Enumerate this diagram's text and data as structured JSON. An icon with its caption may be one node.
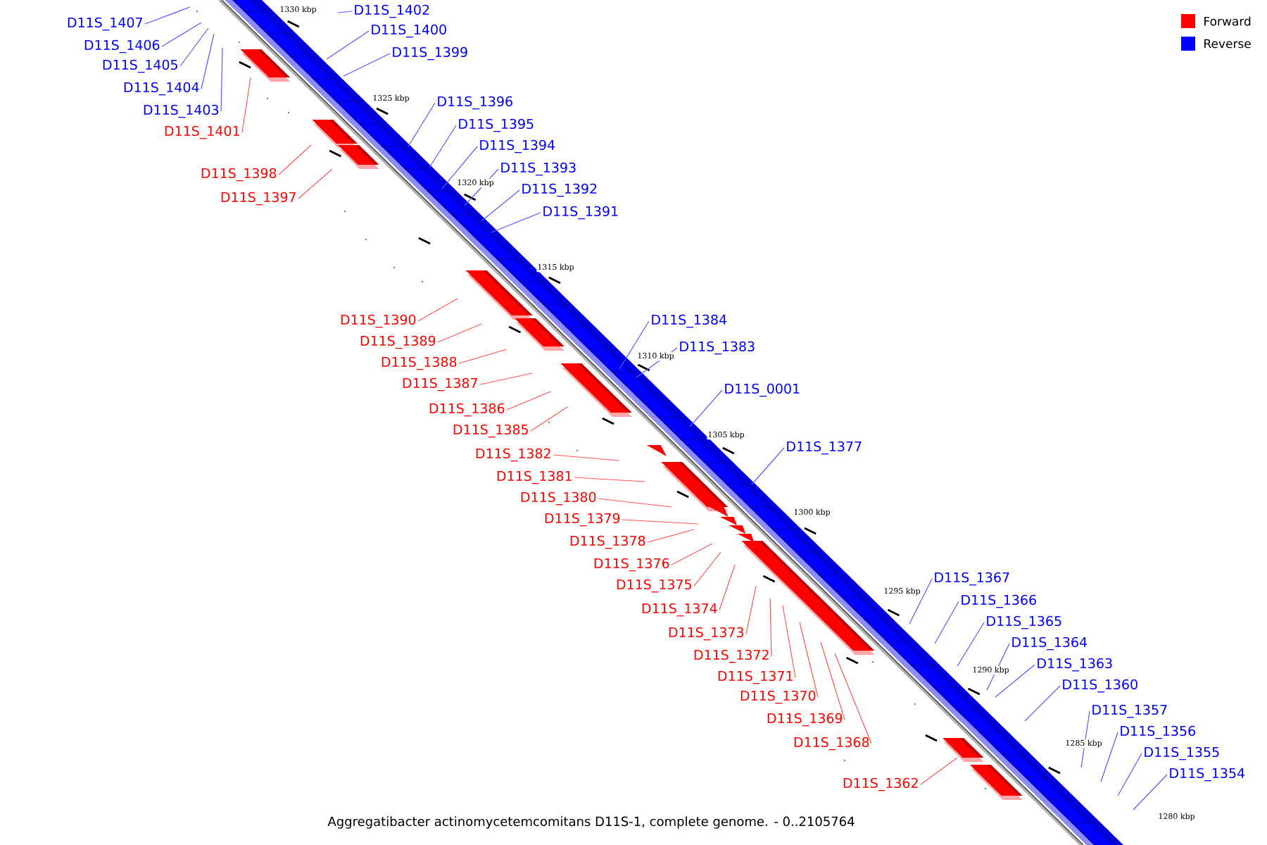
{
  "diagram": {
    "caption": "Aggregatibacter actinomycetemcomitans D11S-1, complete genome. - 0..2105764",
    "nodes": [
      {
        "text": [
          "D11S_1402"
        ]
      },
      {
        "text": [
          "D11S_1407"
        ]
      },
      {
        "text": [
          "D11S_1400"
        ]
      },
      {
        "text": [
          "D11S_1406"
        ]
      },
      {
        "text": [
          "D11S_1399"
        ]
      },
      {
        "text": [
          "D11S_1405"
        ]
      },
      {
        "text": [
          "D11S_1404"
        ]
      },
      {
        "text": [
          "D11S_1396"
        ]
      },
      {
        "text": [
          "D11S_1403"
        ]
      },
      {
        "text": [
          "D11S_1395"
        ]
      },
      {
        "text": [
          "D11S_1401"
        ]
      },
      {
        "text": [
          "D11S_1394"
        ]
      },
      {
        "text": [
          "D11S_1393"
        ]
      },
      {
        "text": [
          "D11S_1398"
        ]
      },
      {
        "text": [
          "D11S_1392"
        ]
      },
      {
        "text": [
          "D11S_1397"
        ]
      },
      {
        "text": [
          "D11S_1391"
        ]
      },
      {
        "text": [
          "D11S_1390"
        ]
      },
      {
        "text": [
          "D11S_1384"
        ]
      },
      {
        "text": [
          "D11S_1389"
        ]
      },
      {
        "text": [
          "D11S_1383"
        ]
      },
      {
        "text": [
          "D11S_1388"
        ]
      },
      {
        "text": [
          "D11S_1387"
        ]
      },
      {
        "text": [
          "D11S_0001"
        ]
      },
      {
        "text": [
          "D11S_1386"
        ]
      },
      {
        "text": [
          "D11S_1385"
        ]
      },
      {
        "text": [
          "D11S_1377"
        ]
      },
      {
        "text": [
          "D11S_1382"
        ]
      },
      {
        "text": [
          "D11S_1381"
        ]
      },
      {
        "text": [
          "D11S_1380"
        ]
      },
      {
        "text": [
          "D11S_1379"
        ]
      },
      {
        "text": [
          "D11S_1378"
        ]
      },
      {
        "text": [
          "D11S_1376"
        ]
      },
      {
        "text": [
          "D11S_1367"
        ]
      },
      {
        "text": [
          "D11S_1375"
        ]
      },
      {
        "text": [
          "D11S_1366"
        ]
      },
      {
        "text": [
          "D11S_1374"
        ]
      },
      {
        "text": [
          "D11S_1365"
        ]
      },
      {
        "text": [
          "D11S_1373"
        ]
      },
      {
        "text": [
          "D11S_1364"
        ]
      },
      {
        "text": [
          "D11S_1372"
        ]
      },
      {
        "text": [
          "D11S_1363"
        ]
      },
      {
        "text": [
          "D11S_1371"
        ]
      },
      {
        "text": [
          "D11S_1360"
        ]
      },
      {
        "text": [
          "D11S_1370"
        ]
      },
      {
        "text": [
          "D11S_1357"
        ]
      },
      {
        "text": [
          "D11S_1369"
        ]
      },
      {
        "text": [
          "D11S_1356"
        ]
      },
      {
        "text": [
          "D11S_1368"
        ]
      },
      {
        "text": [
          "D11S_1355"
        ]
      },
      {
        "text": [
          "D11S_1354"
        ]
      },
      {
        "text": [
          "D11S_1362"
        ]
      }
    ],
    "edges": [
      {
        "from": 0,
        "to": null,
        "arrow": "none",
        "color": "#5959ff"
      },
      {
        "from": 1,
        "to": null,
        "arrow": "none",
        "color": "#5959ff"
      },
      {
        "from": 2,
        "to": null,
        "arrow": "none",
        "color": "#5959ff"
      },
      {
        "from": 3,
        "to": null,
        "arrow": "none",
        "color": "#5959ff"
      },
      {
        "from": 4,
        "to": null,
        "arrow": "none",
        "color": "#5959ff"
      },
      {
        "from": 5,
        "to": null,
        "arrow": "none",
        "color": "#5959ff"
      },
      {
        "from": 6,
        "to": null,
        "arrow": "none",
        "color": "#5959ff"
      },
      {
        "from": 7,
        "to": null,
        "arrow": "none",
        "color": "#5959ff"
      },
      {
        "from": 8,
        "to": null,
        "arrow": "none",
        "color": "#5959ff"
      },
      {
        "from": 9,
        "to": null,
        "arrow": "none",
        "color": "#5959ff"
      },
      {
        "from": 10,
        "to": null,
        "arrow": "none",
        "color": "#ff5959"
      },
      {
        "from": 11,
        "to": null,
        "arrow": "none",
        "color": "#5959ff"
      },
      {
        "from": 12,
        "to": null,
        "arrow": "none",
        "color": "#5959ff"
      },
      {
        "from": 13,
        "to": null,
        "arrow": "none",
        "color": "#ff5959"
      },
      {
        "from": 14,
        "to": null,
        "arrow": "none",
        "color": "#5959ff"
      },
      {
        "from": 15,
        "to": null,
        "arrow": "none",
        "color": "#ff5959"
      },
      {
        "from": 16,
        "to": null,
        "arrow": "none",
        "color": "#5959ff"
      },
      {
        "from": 17,
        "to": null,
        "arrow": "none",
        "color": "#ff5959"
      },
      {
        "from": 18,
        "to": null,
        "arrow": "none",
        "color": "#5959ff"
      },
      {
        "from": 19,
        "to": null,
        "arrow": "none",
        "color": "#ff5959"
      },
      {
        "from": 20,
        "to": null,
        "arrow": "none",
        "color": "#5959ff"
      },
      {
        "from": 21,
        "to": null,
        "arrow": "none",
        "color": "#ff5959"
      },
      {
        "from": 22,
        "to": null,
        "arrow": "none",
        "color": "#ff5959"
      },
      {
        "from": 23,
        "to": null,
        "arrow": "none",
        "color": "#5959ff"
      },
      {
        "from": 24,
        "to": null,
        "arrow": "none",
        "color": "#ff5959"
      },
      {
        "from": 25,
        "to": null,
        "arrow": "none",
        "color": "#ff5959"
      },
      {
        "from": 26,
        "to": null,
        "arrow": "none",
        "color": "#5959ff"
      },
      {
        "from": 27,
        "to": null,
        "arrow": "none",
        "color": "#ff5959"
      },
      {
        "from": 28,
        "to": null,
        "arrow": "none",
        "color": "#ff5959"
      },
      {
        "from": 29,
        "to": null,
        "arrow": "none",
        "color": "#ff5959"
      },
      {
        "from": 30,
        "to": null,
        "arrow": "none",
        "color": "#ff5959"
      },
      {
        "from": 31,
        "to": null,
        "arrow": "none",
        "color": "#ff5959"
      },
      {
        "from": 32,
        "to": null,
        "arrow": "none",
        "color": "#ff5959"
      },
      {
        "from": 33,
        "to": null,
        "arrow": "none",
        "color": "#5959ff"
      },
      {
        "from": 34,
        "to": null,
        "arrow": "none",
        "color": "#ff5959"
      },
      {
        "from": 35,
        "to": null,
        "arrow": "none",
        "color": "#5959ff"
      },
      {
        "from": 36,
        "to": null,
        "arrow": "none",
        "color": "#ff5959"
      },
      {
        "from": 37,
        "to": null,
        "arrow": "none",
        "color": "#5959ff"
      },
      {
        "from": 38,
        "to": null,
        "arrow": "none",
        "color": "#ff5959"
      },
      {
        "from": 39,
        "to": null,
        "arrow": "none",
        "color": "#5959ff"
      },
      {
        "from": 40,
        "to": null,
        "arrow": "none",
        "color": "#ff5959"
      },
      {
        "from": 41,
        "to": null,
        "arrow": "none",
        "color": "#5959ff"
      },
      {
        "from": 42,
        "to": null,
        "arrow": "none",
        "color": "#ff5959"
      },
      {
        "from": 43,
        "to": null,
        "arrow": "none",
        "color": "#5959ff"
      },
      {
        "from": 44,
        "to": null,
        "arrow": "none",
        "color": "#ff5959"
      },
      {
        "from": 45,
        "to": null,
        "arrow": "none",
        "color": "#5959ff"
      },
      {
        "from": 46,
        "to": null,
        "arrow": "none",
        "color": "#ff5959"
      },
      {
        "from": 47,
        "to": null,
        "arrow": "none",
        "color": "#5959ff"
      },
      {
        "from": 48,
        "to": null,
        "arrow": "none",
        "color": "#ff5959"
      },
      {
        "from": 49,
        "to": null,
        "arrow": "none",
        "color": "#5959ff"
      },
      {
        "from": 50,
        "to": null,
        "arrow": "none",
        "color": "#5959ff"
      },
      {
        "from": 51,
        "to": null,
        "arrow": "none",
        "color": "#ff5959"
      }
    ],
    "labels": [
      "1330 kbp",
      "1325 kbp",
      "1320 kbp",
      "1315 kbp",
      "1310 kbp",
      "1305 kbp",
      "1300 kbp",
      "1295 kbp",
      "1290 kbp",
      "1285 kbp",
      "1280 kbp"
    ],
    "legend": [
      {
        "text": "Forward",
        "color": "#ff0000"
      },
      {
        "text": "Reverse",
        "color": "#0000ff"
      }
    ]
  }
}
